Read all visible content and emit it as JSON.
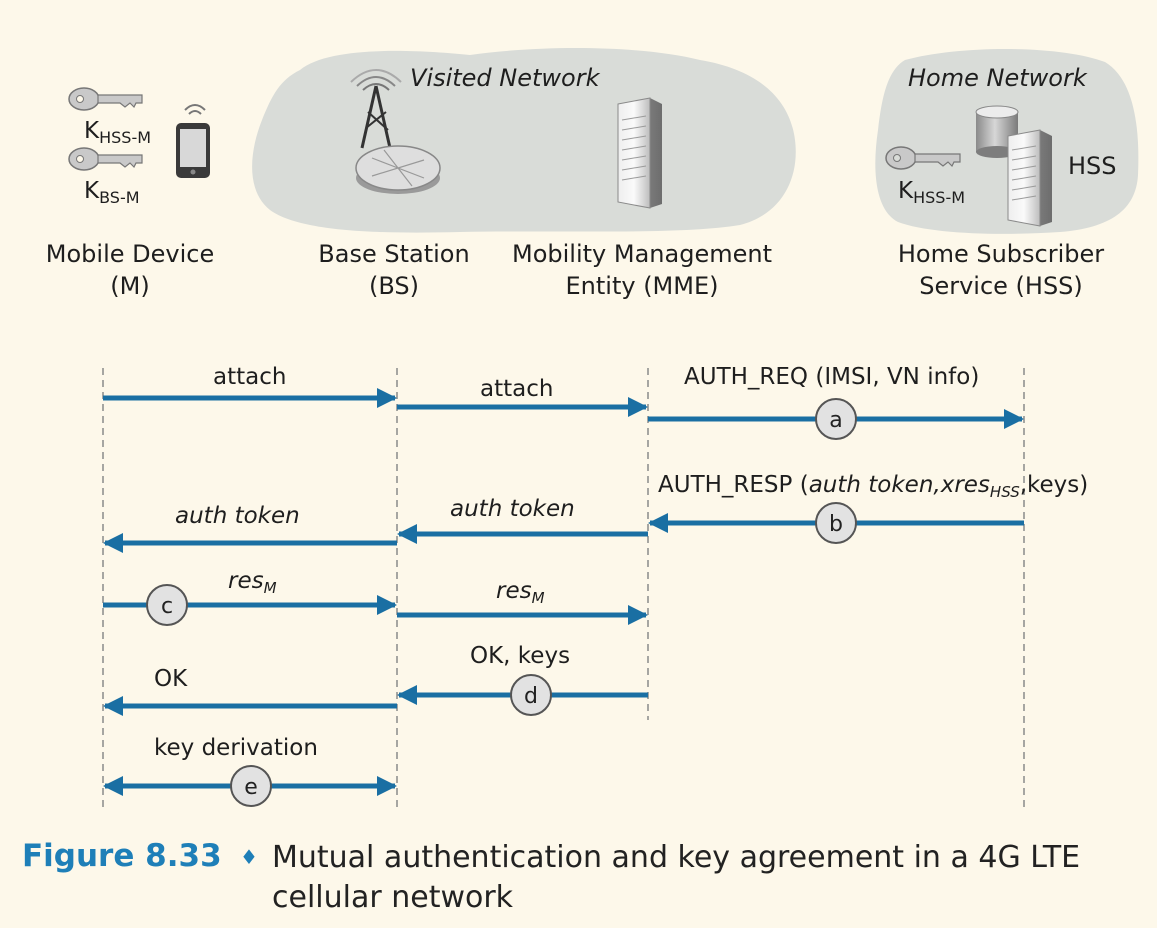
{
  "entities": {
    "mobile_line1": "Mobile Device",
    "mobile_line2": "(M)",
    "bs_line1": "Base Station",
    "bs_line2": "(BS)",
    "mme_line1": "Mobility Management",
    "mme_line2": "Entity (MME)",
    "hss_line1": "Home Subscriber",
    "hss_line2": "Service (HSS)"
  },
  "clouds": {
    "visited": "Visited Network",
    "home": "Home Network",
    "hss_tag": "HSS"
  },
  "keys": {
    "k_main": "K",
    "hss_m_sub": "HSS-M",
    "bs_m_sub": "BS-M"
  },
  "messages": {
    "attach_1": "attach",
    "attach_2": "attach",
    "auth_req": "AUTH_REQ (IMSI, VN info)",
    "auth_resp_prefix": "AUTH_RESP (",
    "auth_resp_token": "auth token,xres",
    "auth_resp_sub": "HSS",
    "auth_resp_suffix": ",keys)",
    "auth_token_1": "auth token",
    "auth_token_2": "auth token",
    "res_m_1": "res",
    "res_m_1_sub": "M",
    "res_m_2": "res",
    "res_m_2_sub": "M",
    "ok_keys": "OK, keys",
    "ok": "OK",
    "key_derivation": "key derivation"
  },
  "steps": {
    "a": "a",
    "b": "b",
    "c": "c",
    "d": "d",
    "e": "e"
  },
  "caption": {
    "figure": "Figure 8.33",
    "separator": "♦",
    "line1": "Mutual authentication and key agreement in a 4G LTE",
    "line2": "cellular network"
  },
  "colors": {
    "arrow": "#1a6fa3",
    "cloud": "#d9dcd8",
    "caption_accent": "#1e7fb8",
    "background": "#fdf8ea"
  }
}
